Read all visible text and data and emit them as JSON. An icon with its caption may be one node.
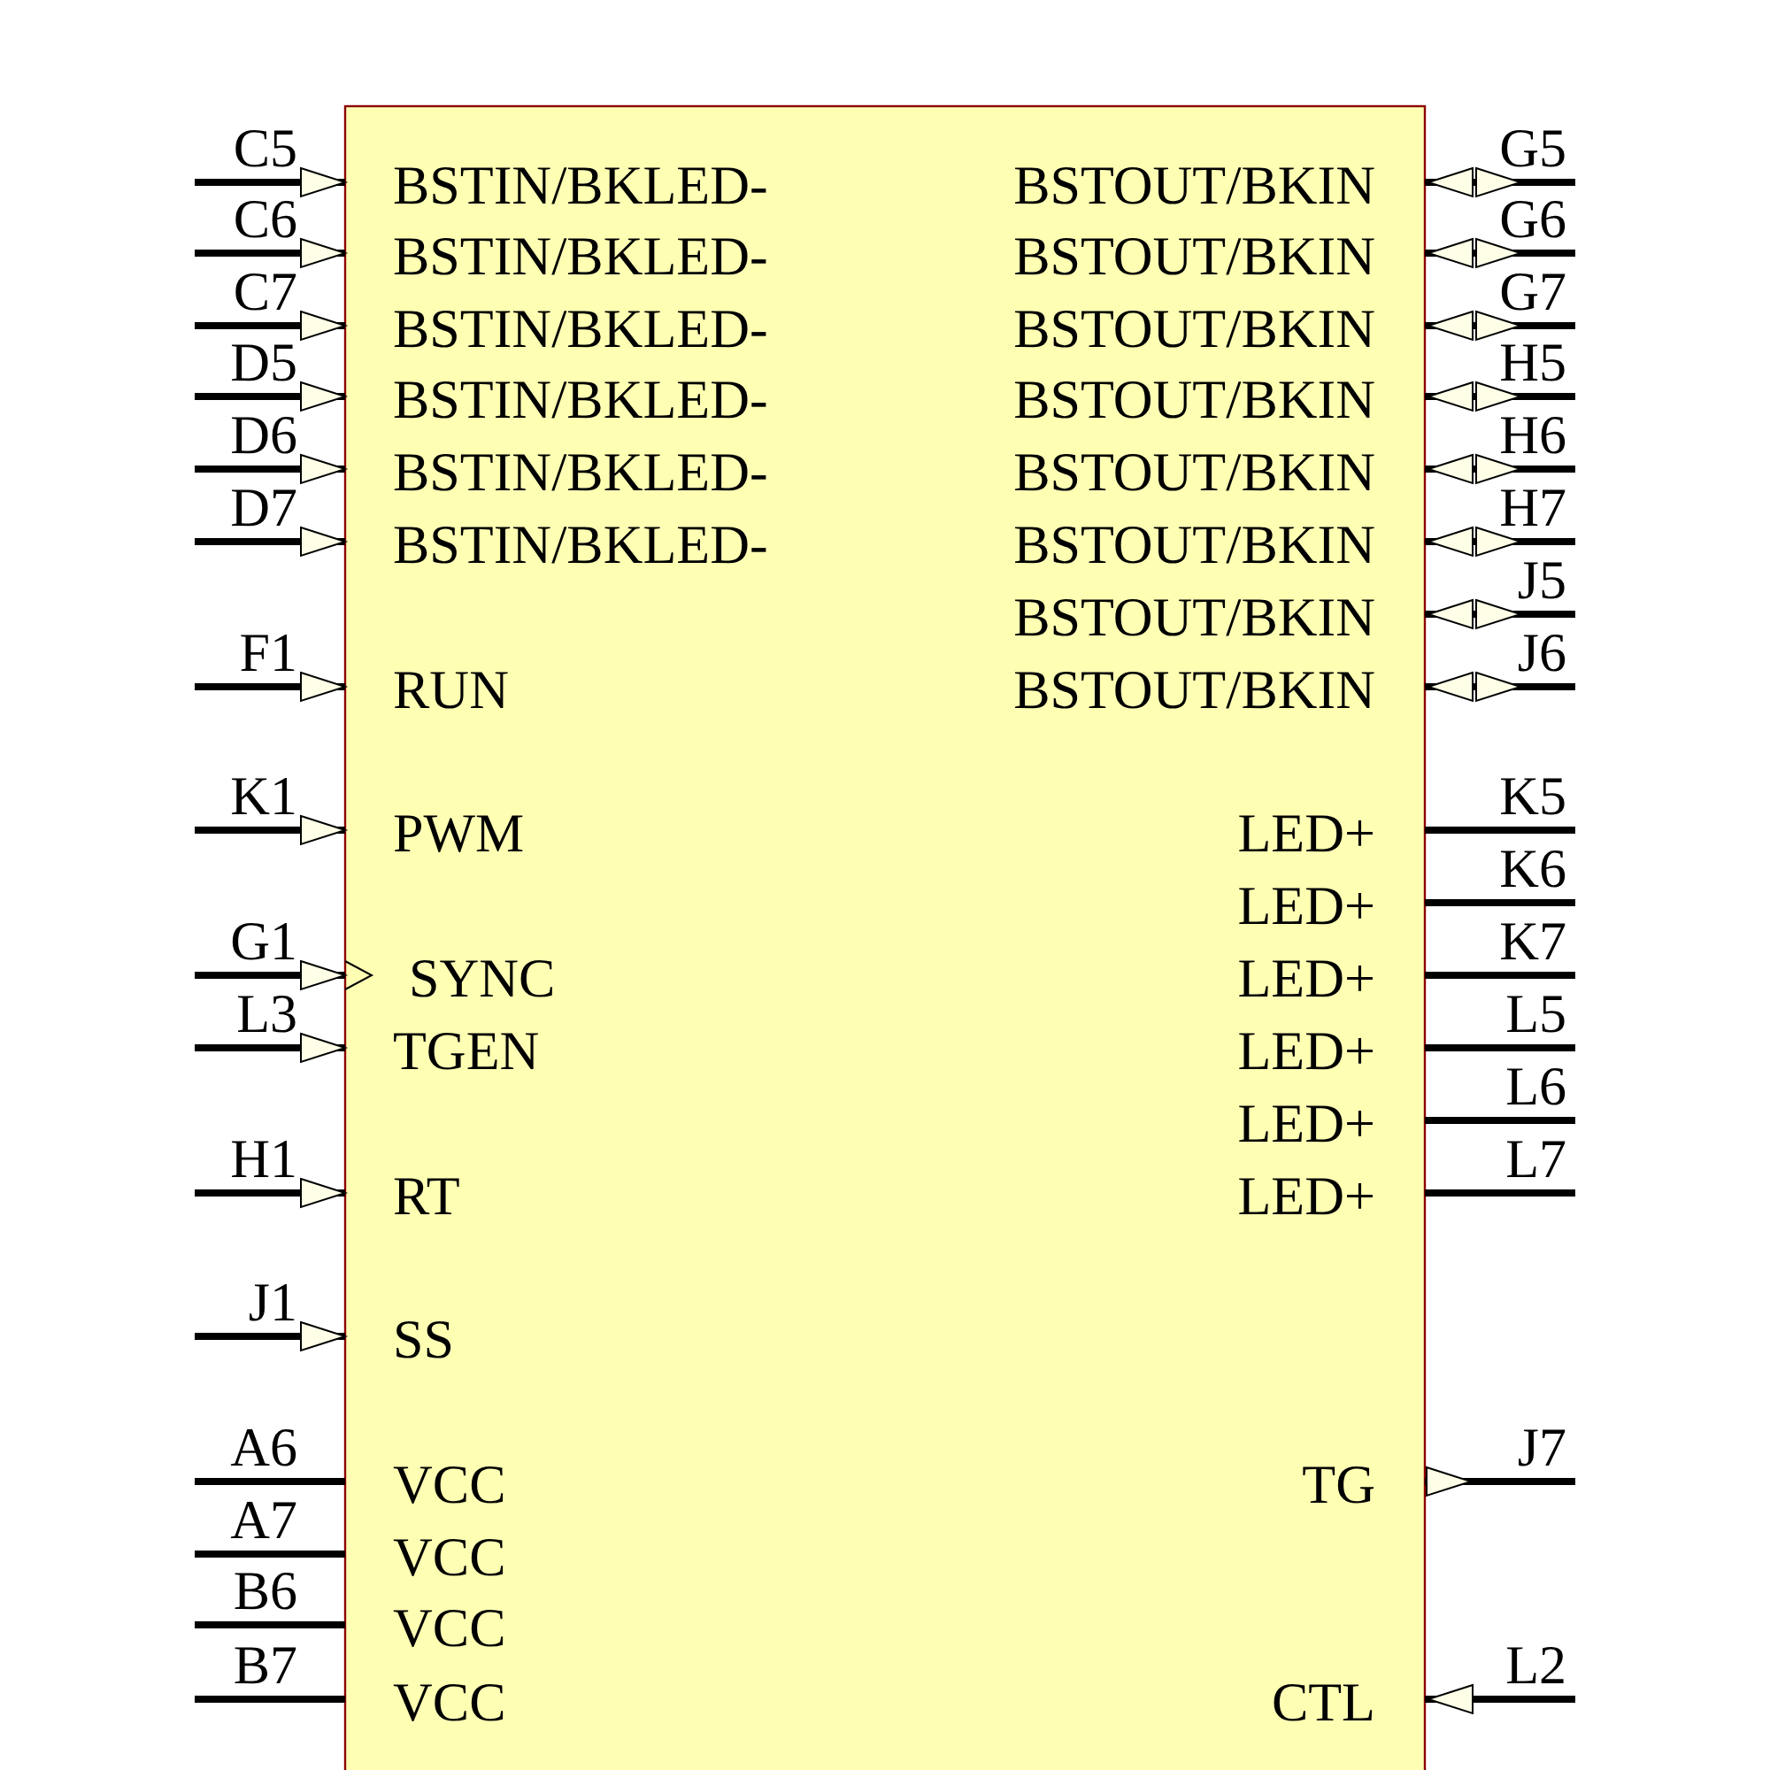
{
  "diagram": {
    "labels": [
      "C5",
      "BSTIN/BKLED-",
      "BSTOUT/BKIN",
      "G5",
      "C6",
      "BSTIN/BKLED-",
      "BSTOUT/BKIN",
      "G6",
      "C7",
      "BSTIN/BKLED-",
      "BSTOUT/BKIN",
      "G7",
      "D5",
      "BSTIN/BKLED-",
      "BSTOUT/BKIN",
      "H5",
      "D6",
      "BSTIN/BKLED-",
      "BSTOUT/BKIN",
      "H6",
      "D7",
      "BSTIN/BKLED-",
      "BSTOUT/BKIN",
      "H7",
      "BSTOUT/BKIN",
      "J5",
      "F1",
      "RUN",
      "BSTOUT/BKIN",
      "J6",
      "K1",
      "PWM",
      "LED+",
      "K5",
      "LED+",
      "K6",
      "G1",
      "SYNC",
      "LED+",
      "K7",
      "L3",
      "TGEN",
      "LED+",
      "L5",
      "LED+",
      "L6",
      "H1",
      "RT",
      "LED+",
      "L7",
      "J1",
      "SS",
      "A6",
      "VCC",
      "TG",
      "J7",
      "A7",
      "VCC",
      "B6",
      "VCC",
      "B7",
      "VCC",
      "CTL",
      "L2"
    ]
  }
}
